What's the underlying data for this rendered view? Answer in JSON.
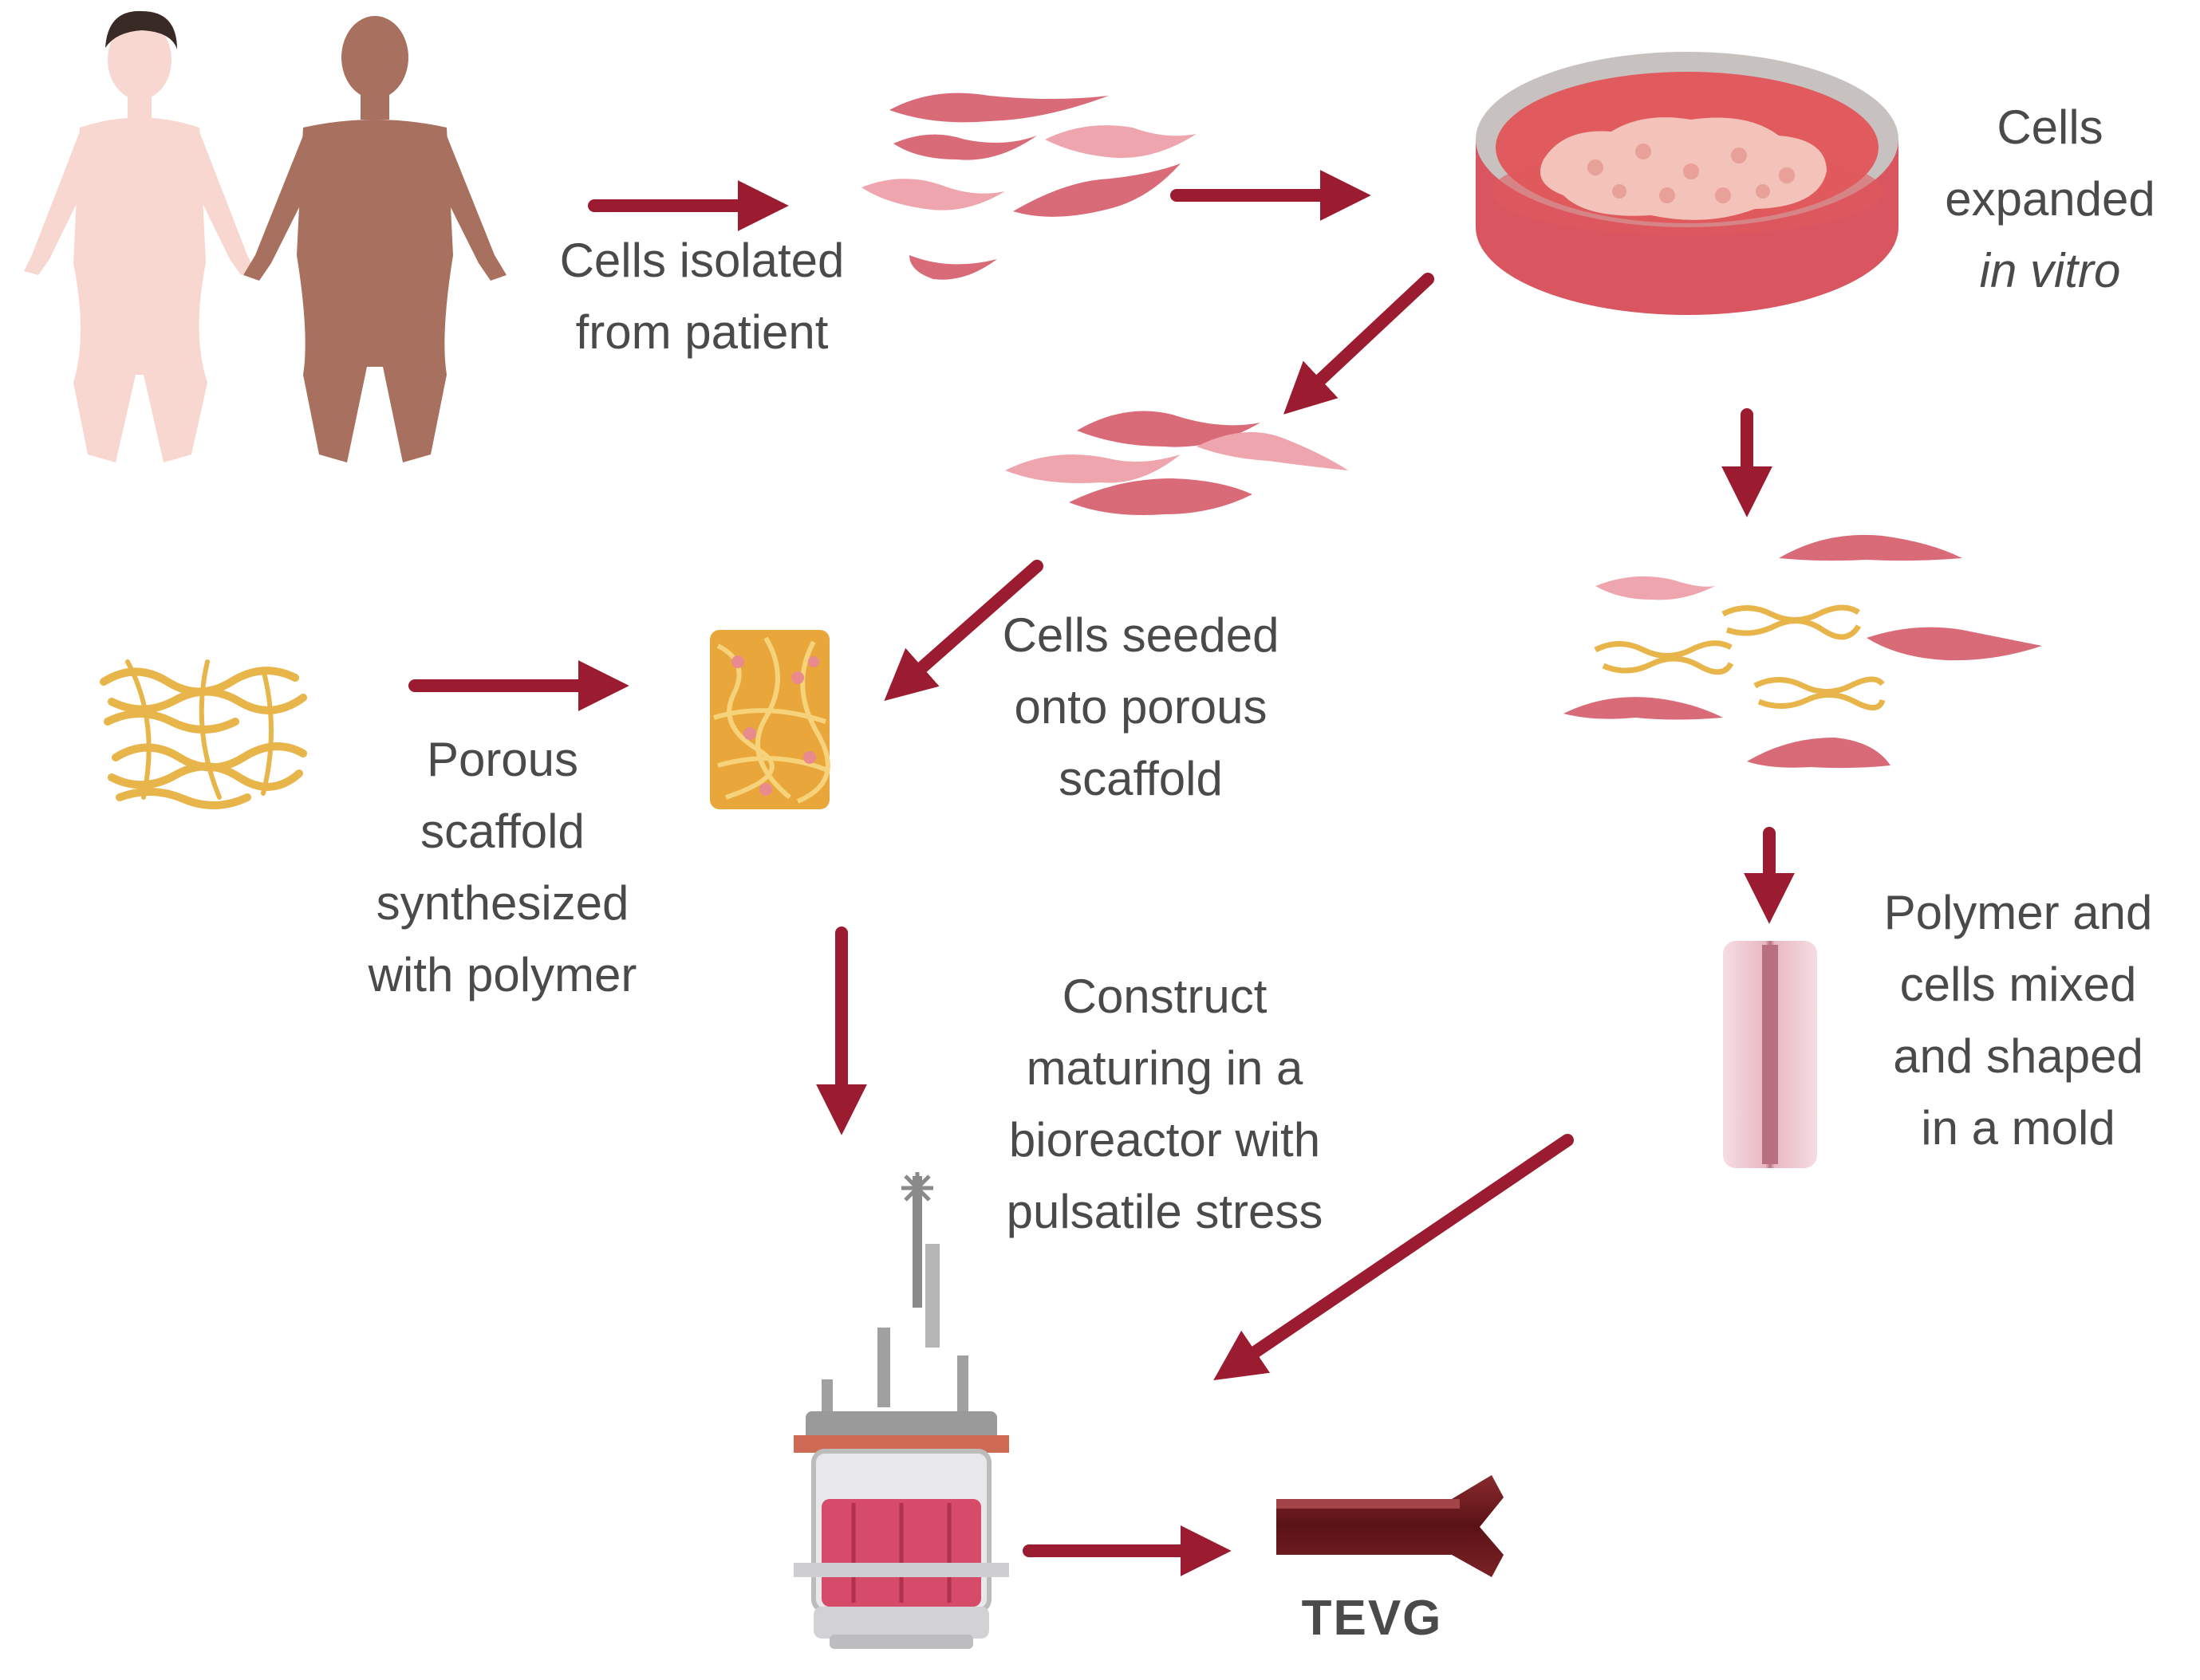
{
  "colors": {
    "arrow": "#9b1b30",
    "cell": "#d96a78",
    "cell_light": "#eea5ae",
    "scaffold": "#e8b54a",
    "skin_light": "#f7d7d0",
    "skin_dark": "#a8705e",
    "dish_medium": "#d9534f",
    "vessel": "#6b1a1f",
    "text": "#4a4a4a"
  },
  "labels": {
    "cells_isolated": [
      "Cells isolated",
      "from patient"
    ],
    "cells_expanded": [
      "Cells",
      "expanded"
    ],
    "cells_expanded_italic": "in vitro",
    "cells_seeded": [
      "Cells seeded",
      "onto porous",
      "scaffold"
    ],
    "porous_scaffold": [
      "Porous",
      "scaffold",
      "synthesized",
      "with polymer"
    ],
    "polymer_cells": [
      "Polymer and",
      "cells mixed",
      "and shaped",
      "in a mold"
    ],
    "construct_maturing": [
      "Construct",
      "maturing in a",
      "bioreactor with",
      "pulsatile stress"
    ],
    "tevg": "TEVG"
  },
  "icons": [
    "patient-female-icon",
    "patient-male-icon",
    "isolated-cells-icon",
    "petri-dish-icon",
    "expanded-cells-icon",
    "scaffold-fibers-icon",
    "seeded-scaffold-icon",
    "cell-polymer-mix-icon",
    "mold-tube-icon",
    "bioreactor-icon",
    "blood-vessel-graft-icon"
  ]
}
